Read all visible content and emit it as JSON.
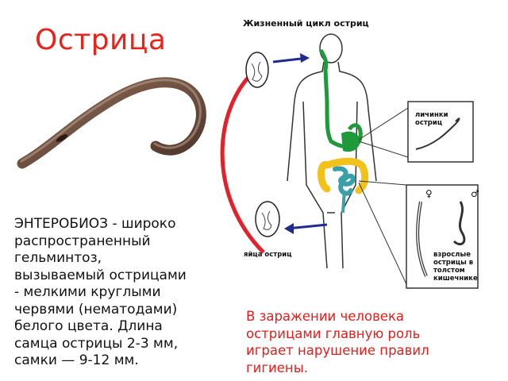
{
  "slide": {
    "title": "Острица",
    "left_text": "ЭНТЕРОБИОЗ - широко\nраспространенный\nгельминтоз,\nвызываемый острицами\n- мелкими круглыми\nчервями (нематодами)\nбелого цвета. Длина\nсамца острицы 2-3 мм,\nсамки — 9-12 мм.",
    "right_text": "В заражении человека\nострицами главную роль\nиграет нарушение правил\nгигиены."
  },
  "diagram": {
    "title": "Жизненный цикл остриц",
    "larvae_label": "личинки\nостриц",
    "eggs_label": "яйца остриц",
    "adults_label": "взрослые\nострицы в\nтолстом\nкишечнике",
    "female_symbol": "♀",
    "male_symbol": "♂"
  },
  "colors": {
    "title": "#e8231c",
    "right_text": "#e0201c",
    "arrow_red": "#e0232b",
    "arrow_blue": "#1f2a8f",
    "gut_green": "#1f9a3a",
    "colon_yellow": "#f2c21b",
    "small_intestine_teal": "#3aa0a8"
  }
}
